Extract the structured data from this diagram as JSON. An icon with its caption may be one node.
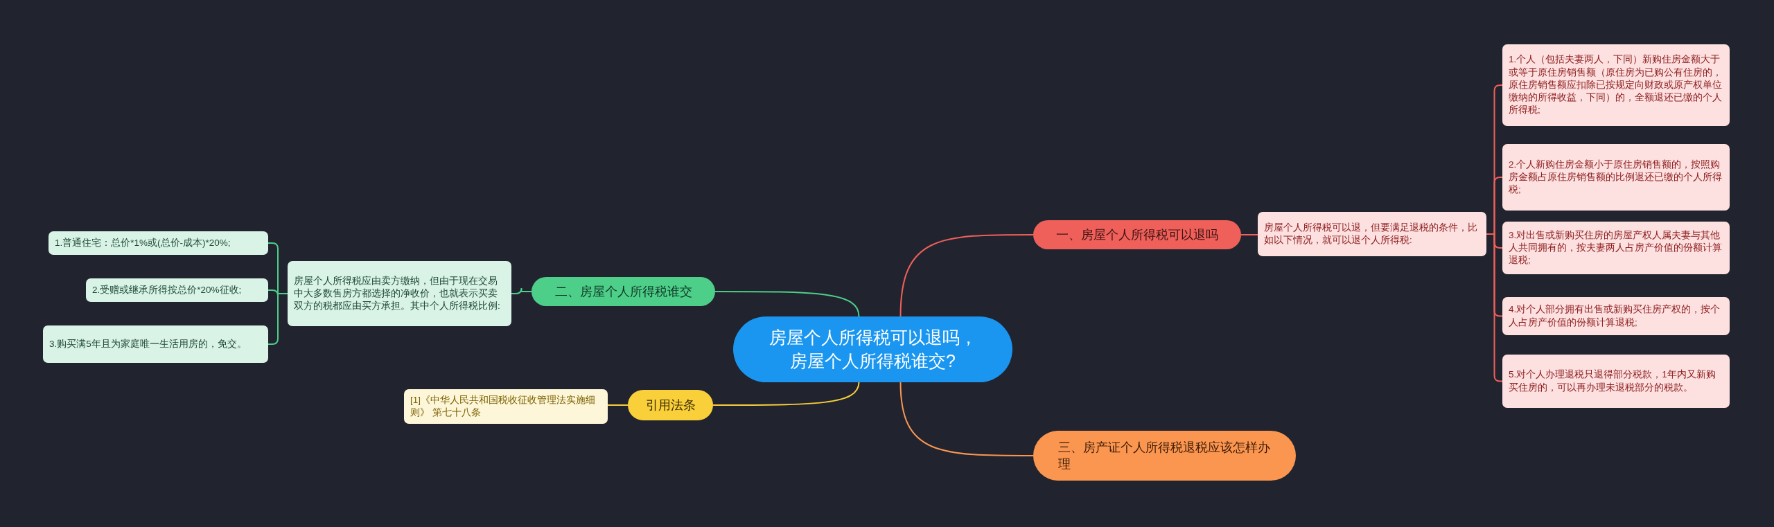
{
  "diagram": {
    "nodes": [
      {
        "text": [
          "房屋个人所得税可以退吗，房屋个人所得税谁交?"
        ]
      },
      {
        "text": [
          "一、房屋个人所得税可以退吗"
        ]
      },
      {
        "text": [
          "房屋个人所得税可以退，但要满足退税的条件，比如以下情况，就可以退个人所得税:"
        ]
      },
      {
        "text": [
          "1.个人（包括夫妻两人，下同）新购住房金额大于或等于原住房销售额（原住房为已购公有住房的，原住房销售额应扣除已按规定向财政或原产权单位缴纳的所得收益，下同）的，全额退还已缴的个人所得税;"
        ]
      },
      {
        "text": [
          "2.个人新购住房金额小于原住房销售额的，按照购房金额占原住房销售额的比例退还已缴的个人所得税;"
        ]
      },
      {
        "text": [
          "3.对出售或新购买住房的房屋产权人属夫妻与其他人共同拥有的，按夫妻两人占房产价值的份额计算退税;"
        ]
      },
      {
        "text": [
          "4.对个人部分拥有出售或新购买住房产权的，按个人占房产价值的份额计算退税;"
        ]
      },
      {
        "text": [
          "5.对个人办理退税只退得部分税款，1年内又新购买住房的，可以再办理未退税部分的税款。"
        ]
      },
      {
        "text": [
          "二、房屋个人所得税谁交"
        ]
      },
      {
        "text": [
          "房屋个人所得税应由卖方缴纳，但由于现在交易中大多数售房方都选择的净收价，也就表示买卖双方的税都应由买方承担。其中个人所得税比例:"
        ]
      },
      {
        "text": [
          "1.普通住宅：总价*1%或(总价-成本)*20%;"
        ]
      },
      {
        "text": [
          "2.受赠或继承所得按总价*20%征收;"
        ]
      },
      {
        "text": [
          "3.购买满5年且为家庭唯一生活用房的，免交。"
        ]
      },
      {
        "text": [
          "引用法条"
        ]
      },
      {
        "text": [
          "[1]《中华人民共和国税收征收管理法实施细则》 第七十八条"
        ]
      },
      {
        "text": [
          "三、房产证个人所得税退税应该怎样办理"
        ]
      }
    ],
    "edges": [
      {
        "from": 0,
        "to": 1,
        "arrow": "none"
      },
      {
        "from": 1,
        "to": 2,
        "arrow": "none"
      },
      {
        "from": 2,
        "to": 3,
        "arrow": "none"
      },
      {
        "from": 2,
        "to": 4,
        "arrow": "none"
      },
      {
        "from": 2,
        "to": 5,
        "arrow": "none"
      },
      {
        "from": 2,
        "to": 6,
        "arrow": "none"
      },
      {
        "from": 2,
        "to": 7,
        "arrow": "none"
      },
      {
        "from": 0,
        "to": 8,
        "arrow": "none",
        "color": "#4dcf8a"
      },
      {
        "from": 8,
        "to": 9,
        "arrow": "none",
        "color": "#4dcf8a"
      },
      {
        "from": 9,
        "to": 10,
        "arrow": "none",
        "color": "#4dcf8a"
      },
      {
        "from": 9,
        "to": 11,
        "arrow": "none",
        "color": "#4dcf8a"
      },
      {
        "from": 9,
        "to": 12,
        "arrow": "none",
        "color": "#4dcf8a"
      },
      {
        "from": 0,
        "to": 13,
        "arrow": "none",
        "color": "#f9cf3a"
      },
      {
        "from": 13,
        "to": 14,
        "arrow": "none",
        "color": "#f9cf3a"
      },
      {
        "from": 0,
        "to": 15,
        "arrow": "none",
        "color": "#fb9650"
      }
    ]
  }
}
